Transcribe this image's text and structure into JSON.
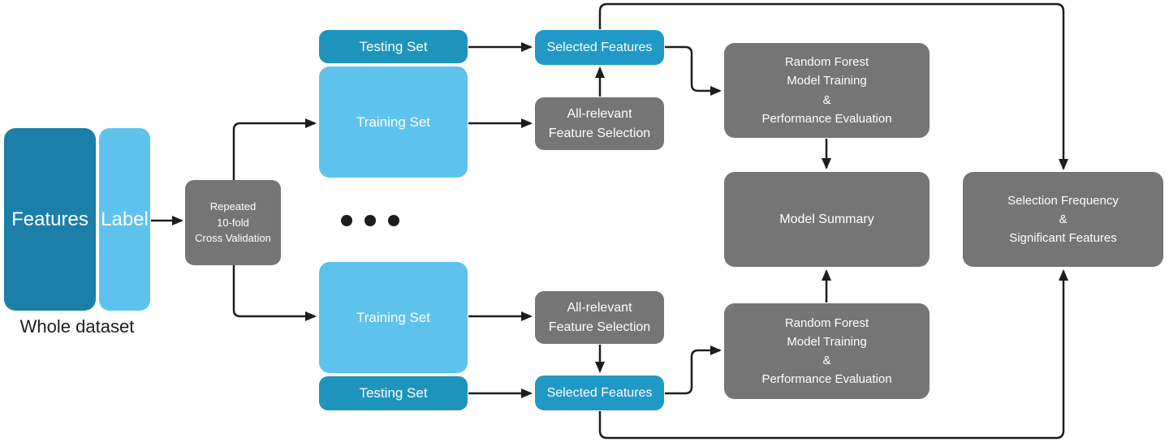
{
  "diagram": {
    "type": "flowchart",
    "description": "Repeated cross-validation feature selection and random forest modelling workflow",
    "colors": {
      "features_box": "#1c7fa8",
      "label_and_training_box": "#5ec3ec",
      "testing_box": "#1e93bc",
      "selected_features_box": "#2199c6",
      "process_box": "#757575",
      "connector": "#1d1d1b",
      "node_text": "#ffffff",
      "caption_text": "#1d1d1b"
    },
    "nodes": {
      "features": {
        "label": "Features"
      },
      "label_box": {
        "label": "Label"
      },
      "whole_dataset": {
        "caption": "Whole dataset"
      },
      "cross_validation": {
        "line1": "Repeated",
        "line2": "10-fold",
        "line3": "Cross Validation"
      },
      "testing_set_top": {
        "label": "Testing Set"
      },
      "training_set_top": {
        "label": "Training Set"
      },
      "training_set_bottom": {
        "label": "Training Set"
      },
      "testing_set_bottom": {
        "label": "Testing Set"
      },
      "selected_features_top": {
        "label": "Selected Features"
      },
      "all_relevant_top": {
        "line1": "All-relevant",
        "line2": "Feature Selection"
      },
      "all_relevant_bottom": {
        "line1": "All-relevant",
        "line2": "Feature Selection"
      },
      "selected_features_bottom": {
        "label": "Selected Features"
      },
      "random_forest_top": {
        "line1": "Random Forest",
        "line2": "Model Training",
        "line3": "&",
        "line4": "Performance Evaluation"
      },
      "model_summary": {
        "label": "Model Summary"
      },
      "random_forest_bottom": {
        "line1": "Random Forest",
        "line2": "Model Training",
        "line3": "&",
        "line4": "Performance Evaluation"
      },
      "selection_frequency": {
        "line1": "Selection Frequency",
        "line2": "&",
        "line3": "Significant Features"
      },
      "repetition_ellipsis": {
        "icon": "three-dots"
      }
    },
    "edges": [
      "Label -> Repeated 10-fold Cross Validation",
      "Cross Validation -> Training Set (top fold)",
      "Cross Validation -> Training Set (bottom fold)",
      "Testing Set (top) -> Selected Features (top)",
      "Training Set (top) -> All-relevant Feature Selection (top)",
      "All-relevant Feature Selection (top) -> Selected Features (top)",
      "Selected Features (top) -> Random Forest Model Training & Performance Evaluation (top)",
      "Selected Features (top) -> Selection Frequency & Significant Features",
      "Random Forest (top) -> Model Summary",
      "Training Set (bottom) -> All-relevant Feature Selection (bottom)",
      "Testing Set (bottom) -> Selected Features (bottom)",
      "All-relevant Feature Selection (bottom) -> Selected Features (bottom)",
      "Selected Features (bottom) -> Random Forest Model Training & Performance Evaluation (bottom)",
      "Selected Features (bottom) -> Selection Frequency & Significant Features",
      "Random Forest (bottom) -> Model Summary"
    ]
  }
}
